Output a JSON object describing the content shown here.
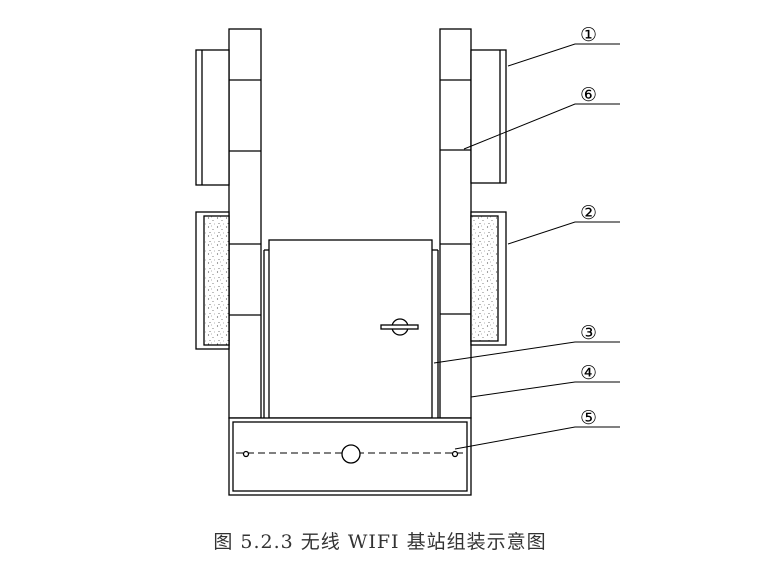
{
  "caption": "图 5.2.3 无线 WIFI 基站组装示意图",
  "callouts": [
    {
      "label": "①"
    },
    {
      "label": "⑥"
    },
    {
      "label": "②"
    },
    {
      "label": "③"
    },
    {
      "label": "④"
    },
    {
      "label": "⑤"
    }
  ],
  "colors": {
    "line": "#000000",
    "fill": "#ffffff",
    "stipple": "#555555"
  }
}
